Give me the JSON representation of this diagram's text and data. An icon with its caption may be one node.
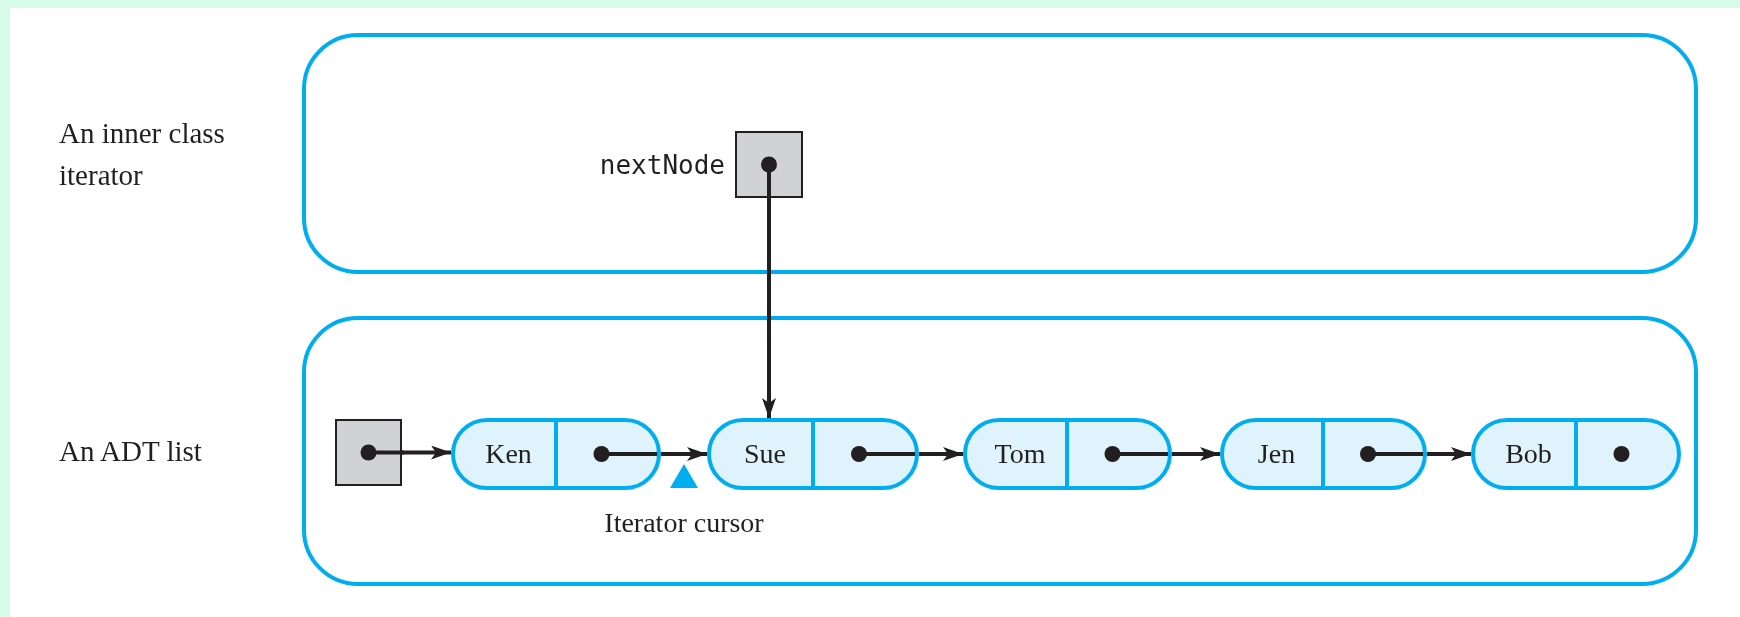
{
  "diagram": {
    "nodes": [
      {
        "text": [
          "An inner class iterator"
        ]
      },
      {
        "text": [],
        "shape": "box",
        "in": 0,
        "beside": [
          "nextNode"
        ]
      },
      {
        "text": [
          "An ADT list"
        ]
      },
      {
        "text": [],
        "shape": "box",
        "in": 2
      },
      {
        "text": [
          "Ken"
        ],
        "in": 2
      },
      {
        "text": [
          "Sue"
        ],
        "in": 2
      },
      {
        "text": [
          "Tom"
        ],
        "in": 2
      },
      {
        "text": [
          "Jen"
        ],
        "in": 2
      },
      {
        "text": [
          "Bob"
        ],
        "in": 2
      }
    ],
    "edges": [
      {
        "from": 1,
        "to": 5,
        "arrow": "to"
      },
      {
        "from": 3,
        "to": 4,
        "arrow": "to"
      },
      {
        "from": 4,
        "to": 5,
        "arrow": "to"
      },
      {
        "from": 5,
        "to": 6,
        "arrow": "to"
      },
      {
        "from": 6,
        "to": 7,
        "arrow": "to"
      },
      {
        "from": 7,
        "to": 8,
        "arrow": "to"
      }
    ],
    "labels": [
      "Iterator cursor"
    ]
  }
}
